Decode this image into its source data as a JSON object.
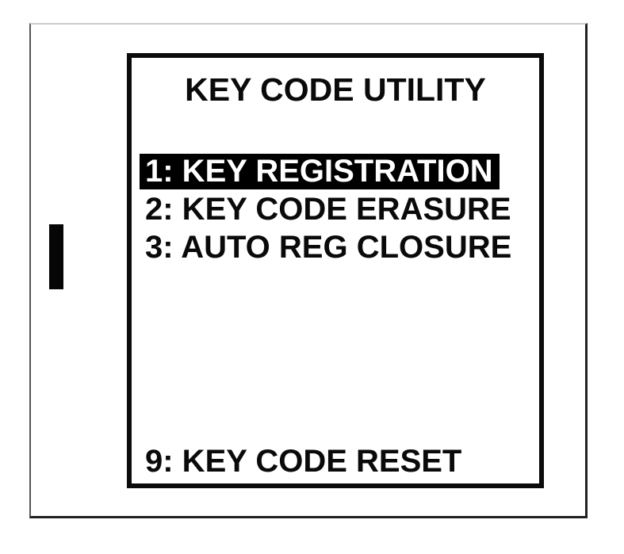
{
  "screen": {
    "title": "KEY CODE UTILITY",
    "menu_items": [
      {
        "label": "1: KEY REGISTRATION",
        "highlighted": true
      },
      {
        "label": "2: KEY CODE ERASURE",
        "highlighted": false
      },
      {
        "label": "3: AUTO REG CLOSURE",
        "highlighted": false
      }
    ],
    "footer_item": {
      "label": "9: KEY CODE RESET"
    }
  },
  "colors": {
    "background": "#ffffff",
    "text": "#0a0a0a",
    "highlight_background": "#000000",
    "highlight_text": "#ffffff",
    "screen_border": "#0b0b0b"
  }
}
